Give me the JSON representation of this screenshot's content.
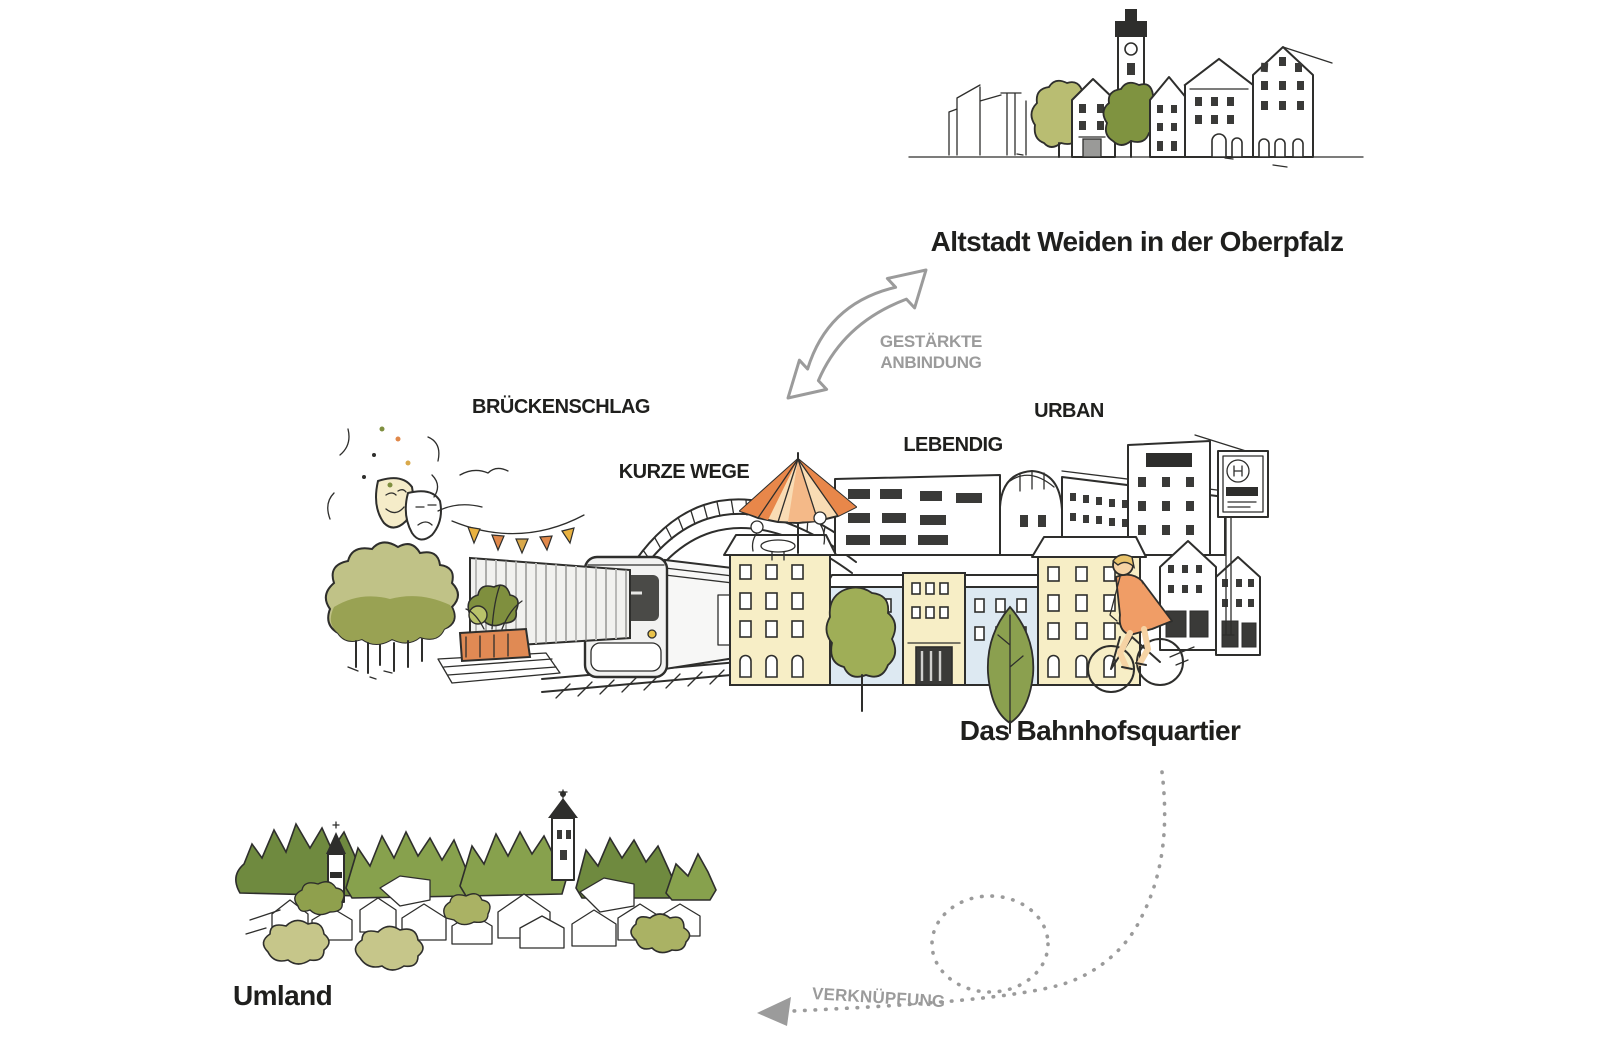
{
  "titles": {
    "altstadt": "Altstadt Weiden in der Oberpfalz",
    "bahnhofsquartier": "Das Bahnhofsquartier",
    "umland": "Umland"
  },
  "quartier_labels": {
    "brueckenschlag": "BRÜCKENSCHLAG",
    "kurze_wege": "KURZE WEGE",
    "lebendig": "LEBENDIG",
    "urban": "URBAN"
  },
  "connections": {
    "anbindung": "GESTÄRKTE ANBINDUNG",
    "verknuepfung": "VERKNÜPFUNG"
  },
  "colors": {
    "ink": "#2e2e2c",
    "text_black": "#1f1f1d",
    "connector_gray": "#9b9b9b",
    "building_cream": "#f7eec6",
    "building_blue": "#dde9f2",
    "umbrella_orange": "#e8874a",
    "umbrella_cream": "#f9dcb4",
    "tree_olive_light": "#c0c287",
    "tree_olive": "#a3a85e",
    "tree_olive_dark": "#99a253",
    "forest_dark": "#6f8a3f",
    "forest_mid": "#87a14d",
    "planter_orange": "#e08a54",
    "jacket_orange": "#f09d66",
    "flag_yellow": "#e9b240",
    "flag_orange": "#e0884a"
  }
}
